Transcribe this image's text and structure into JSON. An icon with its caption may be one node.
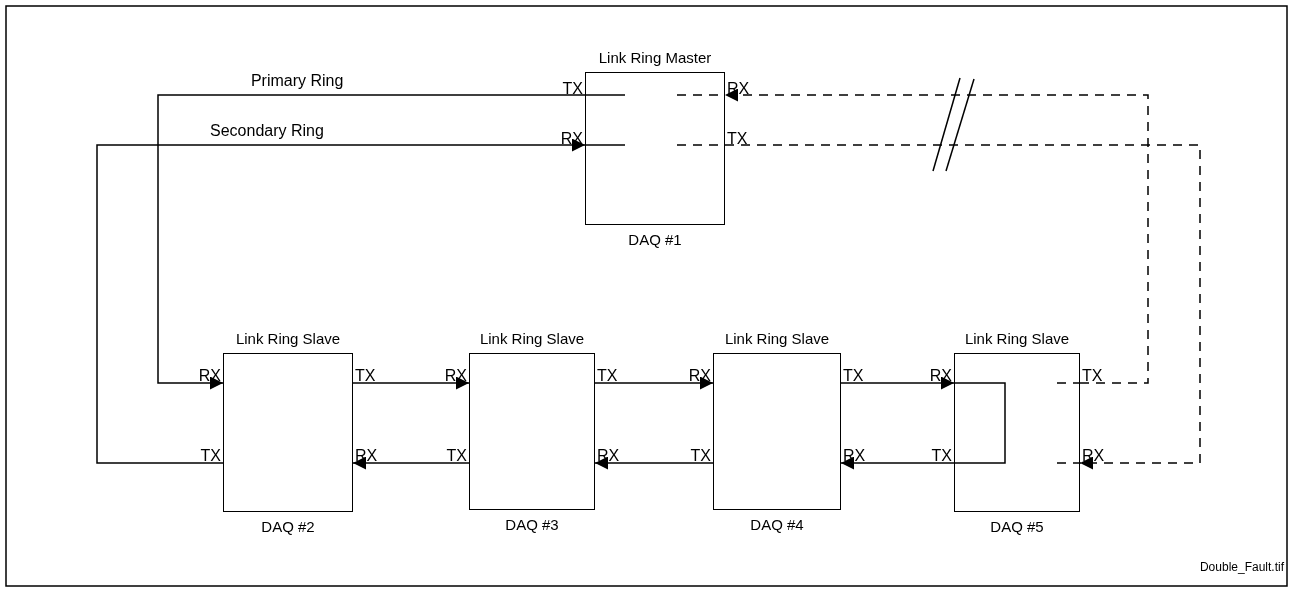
{
  "diagram": {
    "caption": "Double_Fault.tif",
    "nodes": [
      {
        "text": [
          "Link Ring Master",
          "DAQ #1"
        ]
      },
      {
        "text": [
          "Link Ring Slave",
          "DAQ #2"
        ]
      },
      {
        "text": [
          "Link Ring Slave",
          "DAQ #3"
        ]
      },
      {
        "text": [
          "Link Ring Slave",
          "DAQ #4"
        ]
      },
      {
        "text": [
          "Link Ring Slave",
          "DAQ #5"
        ]
      }
    ],
    "edges": [
      {
        "from": 0,
        "to": 1,
        "arrow": "to",
        "label": "Primary Ring"
      },
      {
        "from": 1,
        "to": 0,
        "arrow": "to",
        "label": "Secondary Ring"
      },
      {
        "from": 1,
        "to": 2,
        "arrow": "to"
      },
      {
        "from": 2,
        "to": 1,
        "arrow": "to"
      },
      {
        "from": 2,
        "to": 3,
        "arrow": "to"
      },
      {
        "from": 3,
        "to": 2,
        "arrow": "to"
      },
      {
        "from": 3,
        "to": 4,
        "arrow": "to"
      },
      {
        "from": 4,
        "to": 3,
        "arrow": "to"
      },
      {
        "from": 4,
        "to": 4,
        "arrow": "none"
      },
      {
        "from": 4,
        "to": 0,
        "arrow": "to",
        "style": "dashed"
      },
      {
        "from": 0,
        "to": 4,
        "arrow": "to",
        "style": "dashed"
      }
    ],
    "labels": [
      "TX",
      "RX",
      "RX",
      "TX",
      "RX",
      "TX",
      "RX",
      "TX",
      "RX",
      "TX",
      "RX",
      "TX",
      "TX",
      "RX",
      "TX",
      "RX",
      "TX",
      "RX",
      "TX",
      "RX"
    ]
  }
}
